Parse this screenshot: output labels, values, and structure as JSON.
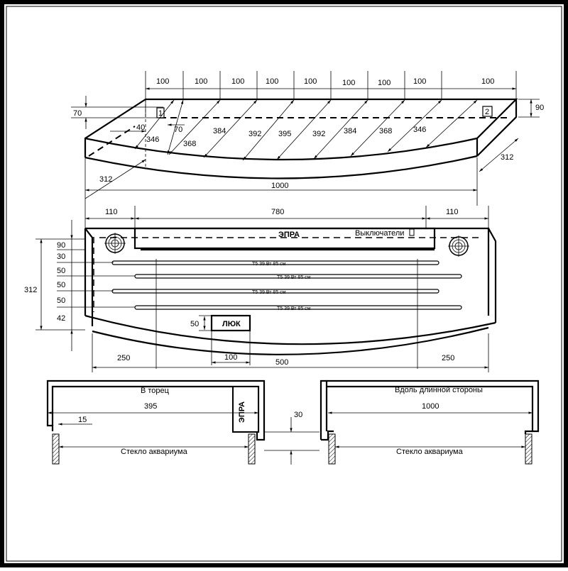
{
  "top_view": {
    "segment_dims": [
      "100",
      "100",
      "100",
      "100",
      "100",
      "100",
      "100",
      "100",
      "100"
    ],
    "depth_dims": [
      "346",
      "368",
      "384",
      "392",
      "395",
      "392",
      "384",
      "368",
      "346"
    ],
    "length": "1000",
    "side_depth_left": "312",
    "side_depth_right": "312",
    "height_right": "90",
    "height_left": "70",
    "offset_40": "40",
    "offset_70": "70",
    "marker_1": "1",
    "marker_2": "2"
  },
  "plan_view": {
    "left_margin": "110",
    "center_width": "780",
    "right_margin": "110",
    "ballast_label": "ЭПРА",
    "switches_label": "Выключатели",
    "lamp_label": "T5 39 Вт 85 см",
    "lamps": [
      "T5 39 Вт 85 см",
      "T5 39 Вт 85 см",
      "T5 39 Вт 85 см",
      "T5 39 Вт 85 см"
    ],
    "row_dims": [
      "90",
      "30",
      "50",
      "50",
      "50",
      "42"
    ],
    "total_depth": "312",
    "hatch_label": "ЛЮК",
    "hatch_height": "50",
    "hatch_width": "100",
    "bottom_left": "250",
    "bottom_center": "500",
    "bottom_right": "250"
  },
  "section_end": {
    "title": "В торец",
    "width": "395",
    "offset": "15",
    "ballast_label": "ЭПРА",
    "glass_label": "Стекло аквариума"
  },
  "section_long": {
    "title": "Вдоль длинной стороны",
    "width": "1000",
    "glass_label": "Стекло аквариума"
  },
  "gap_dim": "30"
}
